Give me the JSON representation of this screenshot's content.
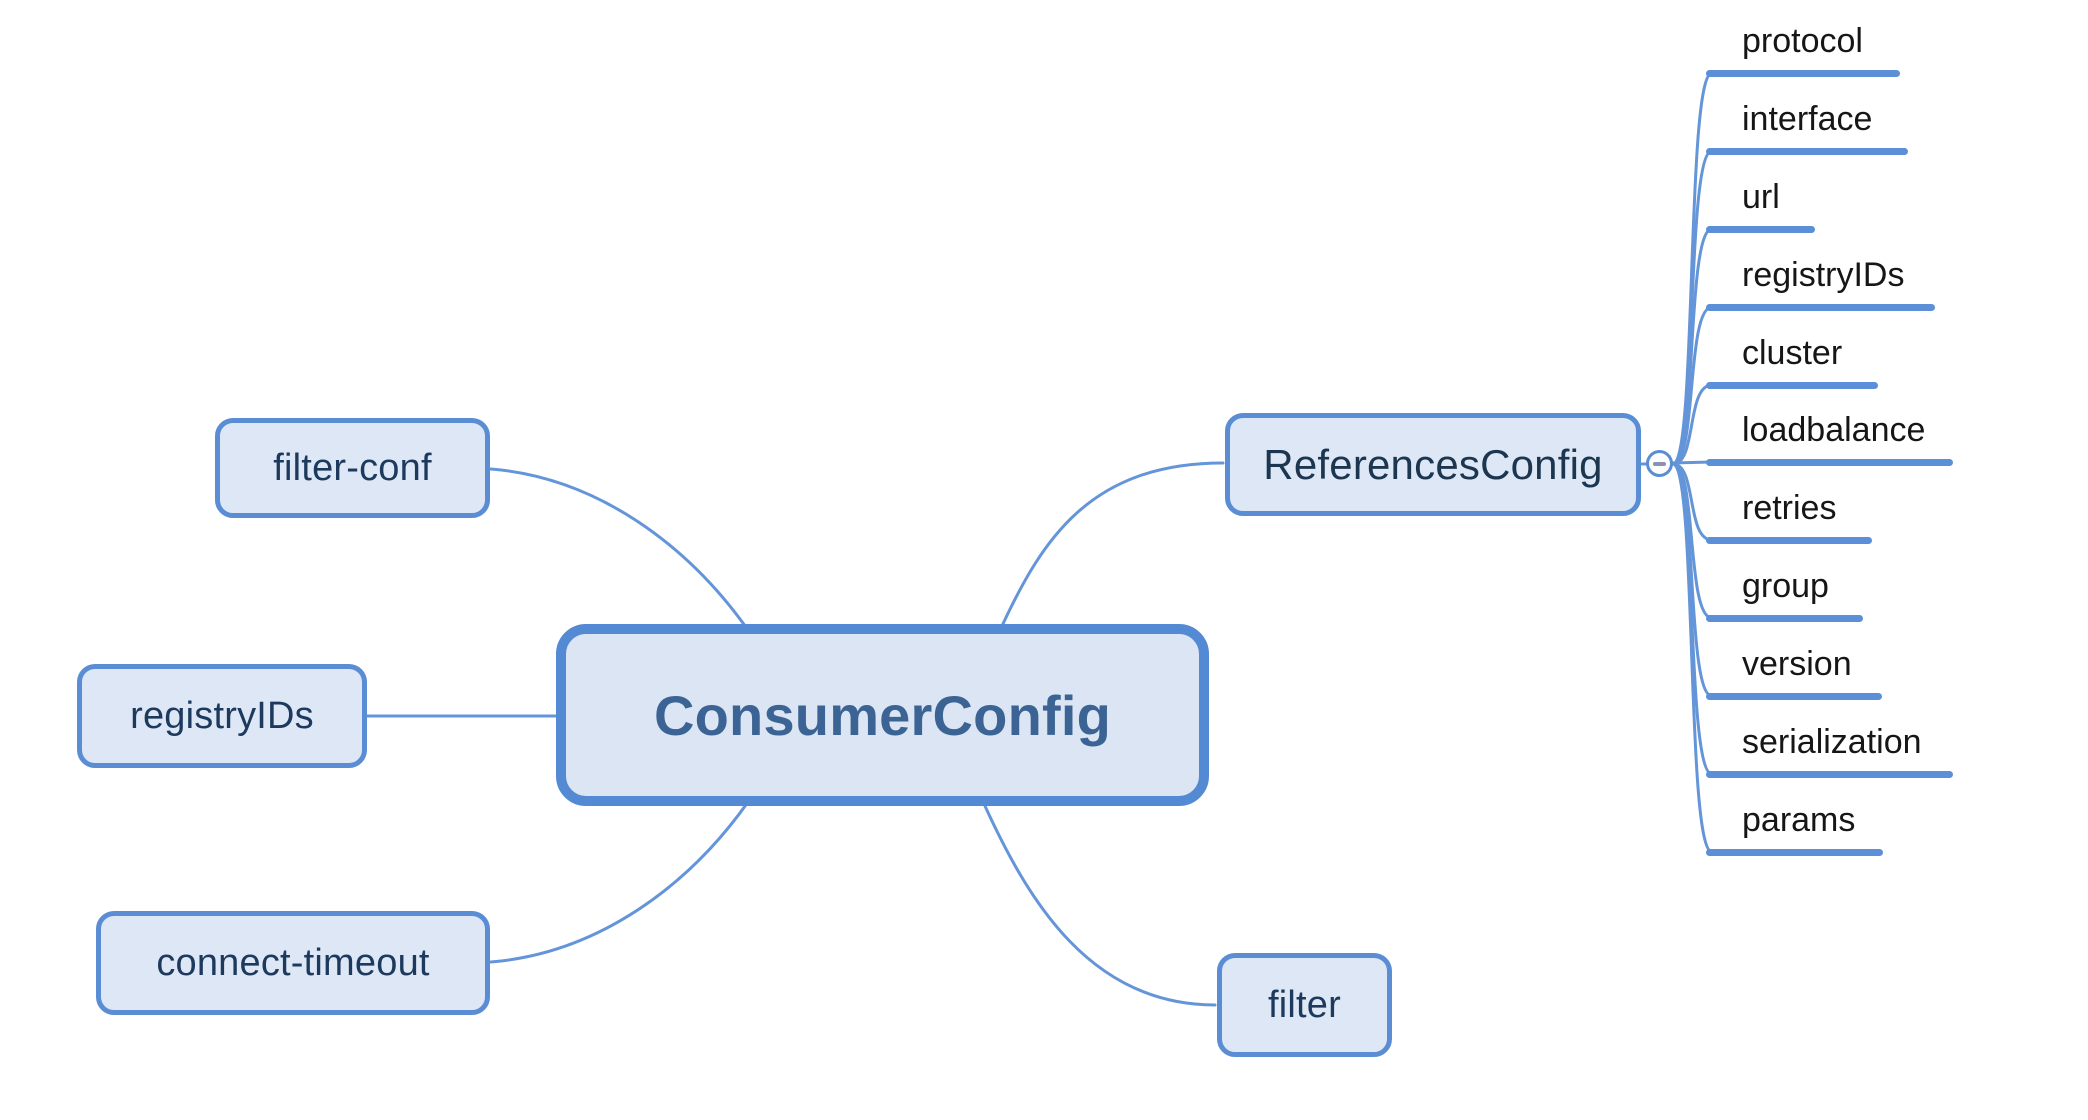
{
  "root": {
    "label": "ConsumerConfig"
  },
  "left_children": [
    {
      "label": "filter-conf"
    },
    {
      "label": "registryIDs"
    },
    {
      "label": "connect-timeout"
    }
  ],
  "right_children": [
    {
      "label": "ReferencesConfig",
      "collapse_button": "−",
      "children": [
        {
          "label": "protocol"
        },
        {
          "label": "interface"
        },
        {
          "label": "url"
        },
        {
          "label": "registryIDs"
        },
        {
          "label": "cluster"
        },
        {
          "label": "loadbalance"
        },
        {
          "label": "retries"
        },
        {
          "label": "group"
        },
        {
          "label": "version"
        },
        {
          "label": "serialization"
        },
        {
          "label": "params"
        }
      ]
    },
    {
      "label": "filter"
    }
  ],
  "colors": {
    "background": "#ffffff",
    "node_fill": "#dde7f5",
    "node_border": "#5b8dd4",
    "root_fill": "#dbe5f3",
    "root_border": "#548ad3",
    "root_text": "#3b6494",
    "node_text": "#1d3a5e",
    "leaf_text": "#161616",
    "connector": "#6495d8",
    "leaf_underline": "#5b8fd8",
    "collapse_minus": "#8b90b5"
  }
}
